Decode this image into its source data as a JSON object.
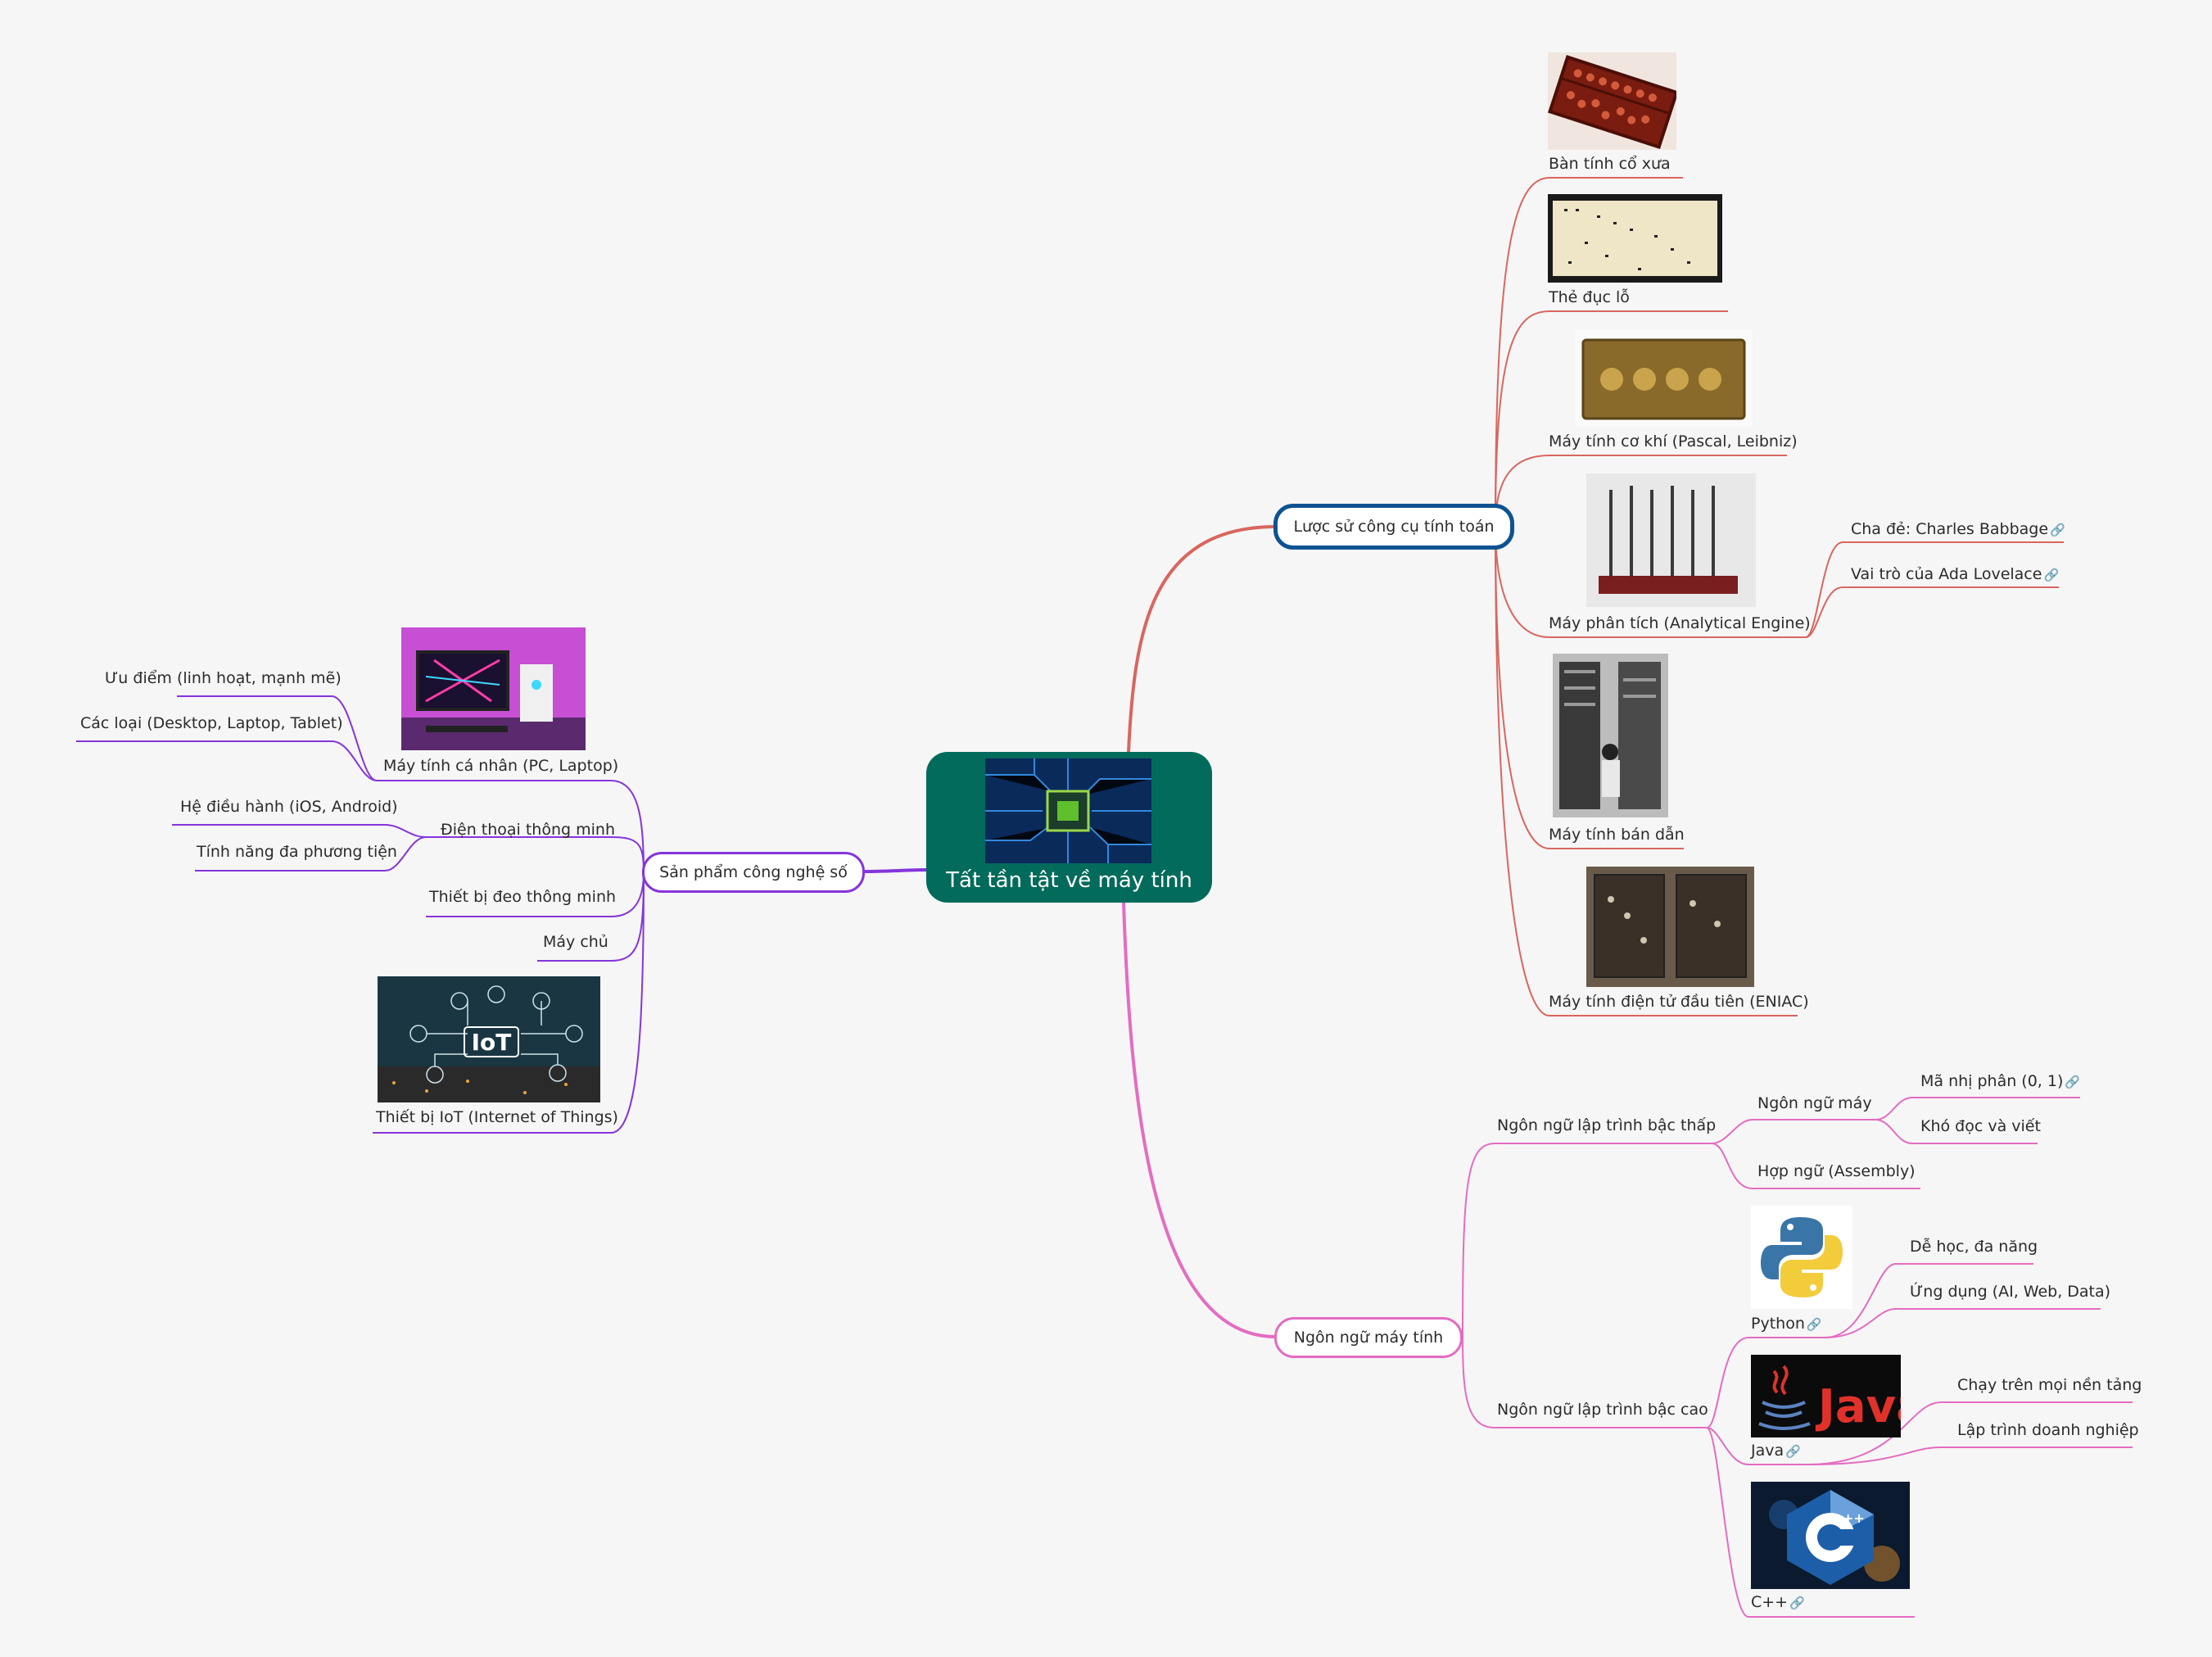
{
  "central": {
    "title": "Tất tần tật về máy tính",
    "image": "circuit-chip-image"
  },
  "colors": {
    "history": "#d9665f",
    "history_border": "#0e5391",
    "language": "#e46cc1",
    "product": "#8535da",
    "central_bg": "#036b5b"
  },
  "history": {
    "title": "Lược sử công cụ tính toán",
    "items": [
      {
        "label": "Bàn tính cổ xưa",
        "image": "abacus-image"
      },
      {
        "label": "Thẻ đục lỗ",
        "image": "punched-card-image"
      },
      {
        "label": "Máy tính cơ khí (Pascal, Leibniz)",
        "image": "mechanical-calculator-image"
      },
      {
        "label": "Máy phân tích (Analytical Engine)",
        "image": "analytical-engine-image",
        "children": [
          "Cha đẻ: Charles Babbage",
          "Vai trò của Ada Lovelace"
        ]
      },
      {
        "label": "Máy tính bán dẫn",
        "image": "transistor-computer-image"
      },
      {
        "label": "Máy tính điện tử đầu tiên (ENIAC)",
        "image": "eniac-image"
      }
    ]
  },
  "languages": {
    "title": "Ngôn ngữ máy tính",
    "low": {
      "label": "Ngôn ngữ lập trình bậc thấp",
      "machine": {
        "label": "Ngôn ngữ máy",
        "children": [
          "Mã nhị phân (0, 1)",
          "Khó đọc và viết"
        ]
      },
      "assembly": "Hợp ngữ (Assembly)"
    },
    "high": {
      "label": "Ngôn ngữ lập trình bậc cao",
      "python": {
        "label": "Python",
        "image": "python-logo",
        "children": [
          "Dễ học, đa năng",
          "Ứng dụng (AI, Web, Data)"
        ]
      },
      "java": {
        "label": "Java",
        "image": "java-logo",
        "logo_text": "Java",
        "children": [
          "Chạy trên mọi nền tảng",
          "Lập trình doanh nghiệp"
        ]
      },
      "cpp": {
        "label": "C++",
        "image": "cpp-logo",
        "logo_text": "C++"
      }
    }
  },
  "products": {
    "title": "Sản phẩm công nghệ số",
    "pc": {
      "label": "Máy tính cá nhân (PC, Laptop)",
      "image": "pc-setup-image",
      "children": [
        "Ưu điểm (linh hoạt, mạnh mẽ)",
        "Các loại (Desktop, Laptop, Tablet)"
      ]
    },
    "phone": {
      "label": "Điện thoại thông minh",
      "children": [
        "Hệ điều hành (iOS, Android)",
        "Tính năng đa phương tiện"
      ]
    },
    "wearable": "Thiết bị đeo thông minh",
    "server": "Máy chủ",
    "iot": {
      "label": "Thiết bị IoT (Internet of Things)",
      "image": "iot-image",
      "logo_text": "IoT"
    }
  },
  "link_icon": "link-icon"
}
